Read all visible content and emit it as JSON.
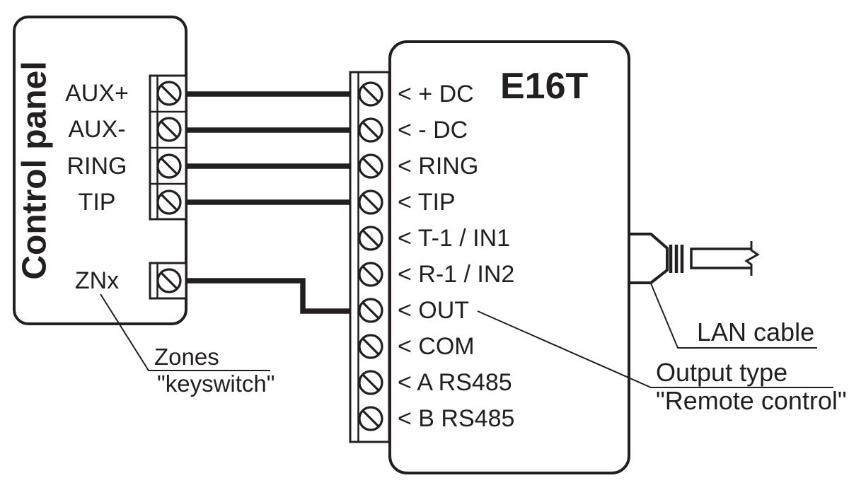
{
  "diagram": {
    "control_panel": {
      "title": "Control panel",
      "terminals": [
        "AUX+",
        "AUX-",
        "RING",
        "TIP"
      ],
      "zone_terminal": "ZNx"
    },
    "e16t": {
      "title": "E16T",
      "terminals": [
        "< + DC",
        "< - DC",
        "< RING",
        "< TIP",
        "< T-1 / IN1",
        "< R-1 / IN2",
        "< OUT",
        "< COM",
        "< A RS485",
        "< B RS485"
      ]
    },
    "annotations": {
      "zones_line1": "Zones",
      "zones_line2": "\"keyswitch\"",
      "lan_cable": "LAN cable",
      "output_line1": "Output type",
      "output_line2": "\"Remote control\""
    },
    "colors": {
      "ink": "#231f20",
      "background": "#ffffff"
    }
  }
}
